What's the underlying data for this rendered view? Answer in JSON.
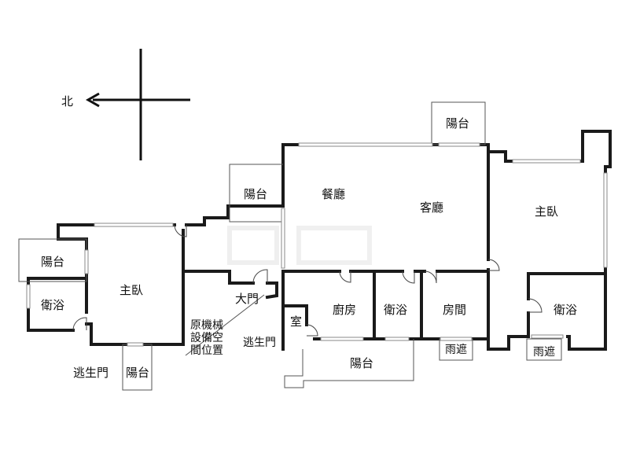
{
  "compass": {
    "north": "北"
  },
  "rooms": {
    "balcony_top": "陽台",
    "balcony_mid": "陽台",
    "dining": "餐廳",
    "living": "客廳",
    "master_right": "主臥",
    "balcony_left": "陽台",
    "bath_left": "衛浴",
    "master_left": "主臥",
    "main_door": "大門",
    "kitchen": "廚房",
    "bath_mid": "衛浴",
    "room": "房間",
    "bath_right": "衛浴",
    "small_room": "室",
    "equipment_line1": "原機械",
    "equipment_line2": "設備空",
    "equipment_line3": "間位置",
    "escape_door_mid": "逃生門",
    "rain_shelter_1": "雨遮",
    "rain_shelter_2": "雨遮",
    "balcony_bottom": "陽台",
    "escape_door_left": "逃生門",
    "balcony_small": "陽台"
  }
}
